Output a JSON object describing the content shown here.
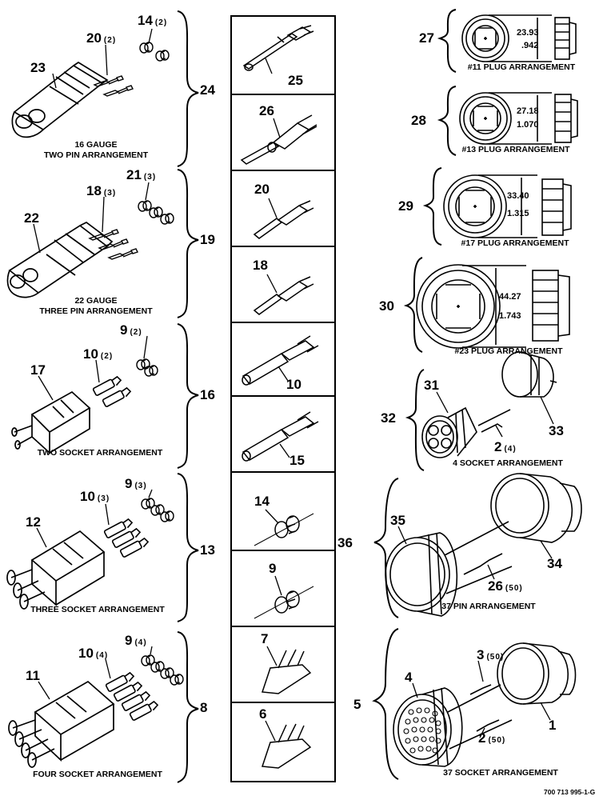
{
  "doc_number": "700 713 995-1-G",
  "groups": {
    "g24": {
      "callout": "24",
      "caption_1": "16 GAUGE",
      "caption_2": "TWO PIN ARRANGEMENT",
      "parts": [
        {
          "ref": "23"
        },
        {
          "ref": "20",
          "qty": "(2)"
        },
        {
          "ref": "14",
          "qty": "(2)"
        }
      ]
    },
    "g19": {
      "callout": "19",
      "caption_1": "22 GAUGE",
      "caption_2": "THREE PIN ARRANGEMENT",
      "parts": [
        {
          "ref": "22"
        },
        {
          "ref": "18",
          "qty": "(3)"
        },
        {
          "ref": "21",
          "qty": "(3)"
        }
      ]
    },
    "g16": {
      "callout": "16",
      "caption_1": "TWO SOCKET ARRANGEMENT",
      "parts": [
        {
          "ref": "17"
        },
        {
          "ref": "10",
          "qty": "(2)"
        },
        {
          "ref": "9",
          "qty": "(2)"
        }
      ]
    },
    "g13": {
      "callout": "13",
      "caption_1": "THREE SOCKET ARRANGEMENT",
      "parts": [
        {
          "ref": "12"
        },
        {
          "ref": "10",
          "qty": "(3)"
        },
        {
          "ref": "9",
          "qty": "(3)"
        }
      ]
    },
    "g8": {
      "callout": "8",
      "caption_1": "FOUR SOCKET ARRANGEMENT",
      "parts": [
        {
          "ref": "11"
        },
        {
          "ref": "10",
          "qty": "(4)"
        },
        {
          "ref": "9",
          "qty": "(4)"
        }
      ]
    }
  },
  "center_column": [
    "25",
    "26",
    "20",
    "18",
    "10",
    "15",
    "14",
    "9",
    "7",
    "6"
  ],
  "plugs": [
    {
      "callout": "27",
      "dim_mm": "23.93",
      "dim_in": ".942",
      "caption": "#11 PLUG ARRANGEMENT"
    },
    {
      "callout": "28",
      "dim_mm": "27.18",
      "dim_in": "1.070",
      "caption": "#13 PLUG ARRANGEMENT"
    },
    {
      "callout": "29",
      "dim_mm": "33.40",
      "dim_in": "1.315",
      "caption": "#17 PLUG ARRANGEMENT"
    },
    {
      "callout": "30",
      "dim_mm": "44.27",
      "dim_in": "1.743",
      "caption": "#23 PLUG ARRANGEMENT"
    }
  ],
  "g32": {
    "callout": "32",
    "caption": "4 SOCKET ARRANGEMENT",
    "parts": [
      {
        "ref": "31"
      },
      {
        "ref": "33"
      },
      {
        "ref": "2",
        "qty": "(4)"
      }
    ]
  },
  "g36": {
    "callout": "36",
    "caption": "37 PIN ARRANGEMENT",
    "parts": [
      {
        "ref": "35"
      },
      {
        "ref": "34"
      },
      {
        "ref": "26",
        "qty": "(50)"
      }
    ]
  },
  "g5": {
    "callout": "5",
    "caption": "37 SOCKET ARRANGEMENT",
    "parts": [
      {
        "ref": "4"
      },
      {
        "ref": "3",
        "qty": "(50)"
      },
      {
        "ref": "1"
      },
      {
        "ref": "2",
        "qty": "(50)"
      }
    ]
  }
}
